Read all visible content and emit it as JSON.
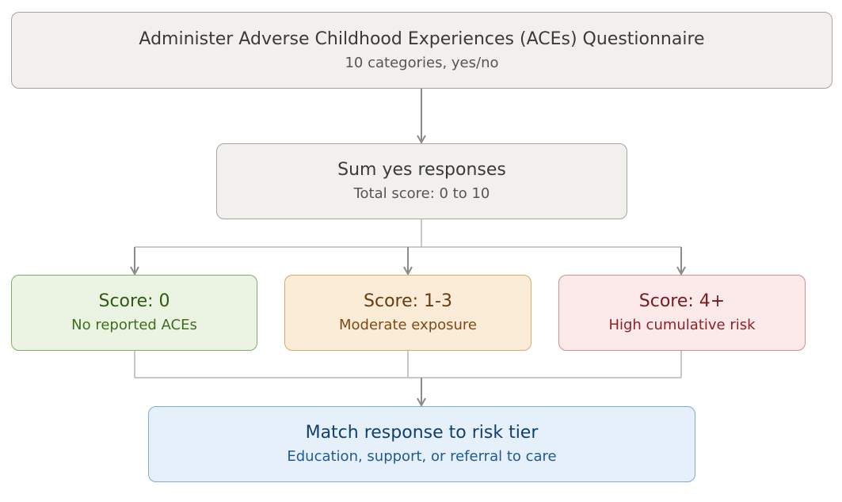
{
  "nodes": {
    "questionnaire": {
      "title": "Administer Adverse Childhood Experiences (ACEs) Questionnaire",
      "subtitle": "10 categories, yes/no"
    },
    "sum": {
      "title": "Sum yes responses",
      "subtitle": "Total score: 0 to 10"
    },
    "score_zero": {
      "title": "Score: 0",
      "subtitle": "No reported ACEs"
    },
    "score_moderate": {
      "title": "Score: 1-3",
      "subtitle": "Moderate exposure"
    },
    "score_high": {
      "title": "Score: 4+",
      "subtitle": "High cumulative risk"
    },
    "match": {
      "title": "Match response to risk tier",
      "subtitle": "Education, support, or referral to care"
    }
  },
  "colors": {
    "connector": "#8a8a8a",
    "neutral_fill": "#f2f0ed",
    "green_fill": "#ebf4e3",
    "orange_fill": "#fbecd8",
    "red_fill": "#fce9ea",
    "blue_fill": "#e5f0fb"
  }
}
